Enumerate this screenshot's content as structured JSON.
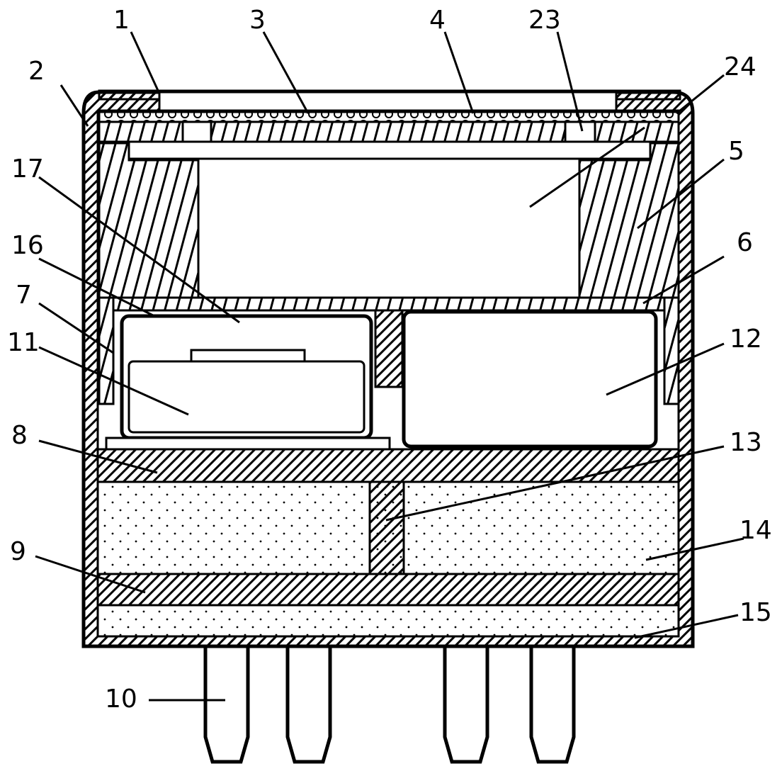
{
  "labels": {
    "l1": "1",
    "l2": "2",
    "l3": "3",
    "l4": "4",
    "l23": "23",
    "l24": "24",
    "l5": "5",
    "l17": "17",
    "l16": "16",
    "l6": "6",
    "l7": "7",
    "l11": "11",
    "l12": "12",
    "l8": "8",
    "l13": "13",
    "l9": "9",
    "l14": "14",
    "l15": "15",
    "l10": "10"
  },
  "colors": {
    "stroke": "#000000",
    "fill": "#ffffff"
  }
}
